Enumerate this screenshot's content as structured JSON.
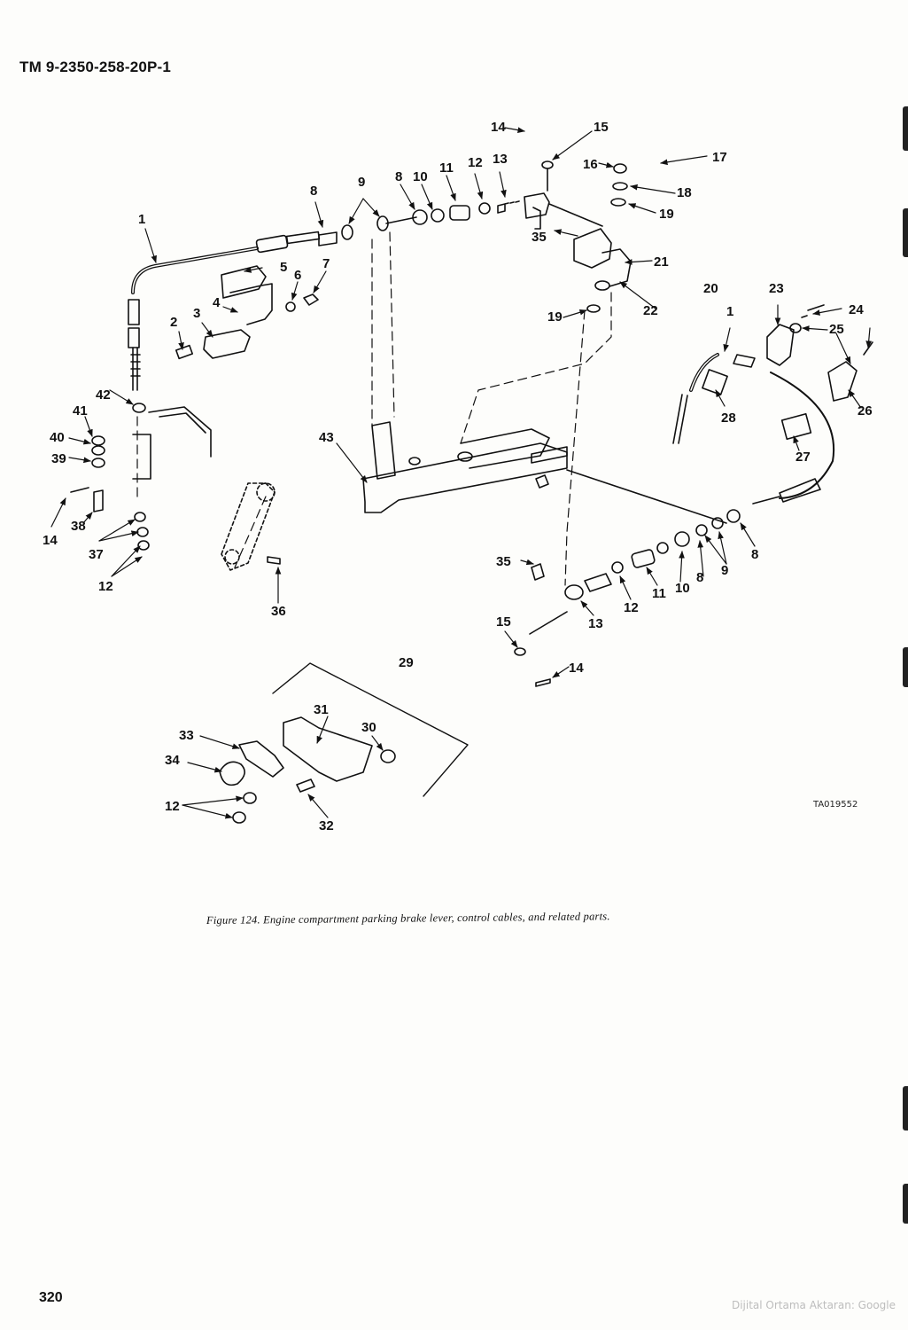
{
  "document": {
    "manual_number": "TM 9-2350-258-20P-1",
    "page_number": "320",
    "scan_credit": "Dijital Ortama Aktaran: Google"
  },
  "figure": {
    "caption": "Figure 124. Engine compartment parking brake lever, control cables, and related parts.",
    "drawing_code": "TA019552",
    "callouts": [
      "1",
      "2",
      "3",
      "4",
      "5",
      "6",
      "7",
      "8",
      "9",
      "10",
      "11",
      "12",
      "13",
      "14",
      "15",
      "16",
      "17",
      "18",
      "19",
      "20",
      "21",
      "22",
      "23",
      "24",
      "25",
      "26",
      "27",
      "28",
      "29",
      "30",
      "31",
      "32",
      "33",
      "34",
      "35",
      "36",
      "37",
      "38",
      "39",
      "40",
      "41",
      "42",
      "43"
    ]
  },
  "colors": {
    "ink": "#111111",
    "paper": "#fdfdfb",
    "credit": "#bdbdbd"
  }
}
